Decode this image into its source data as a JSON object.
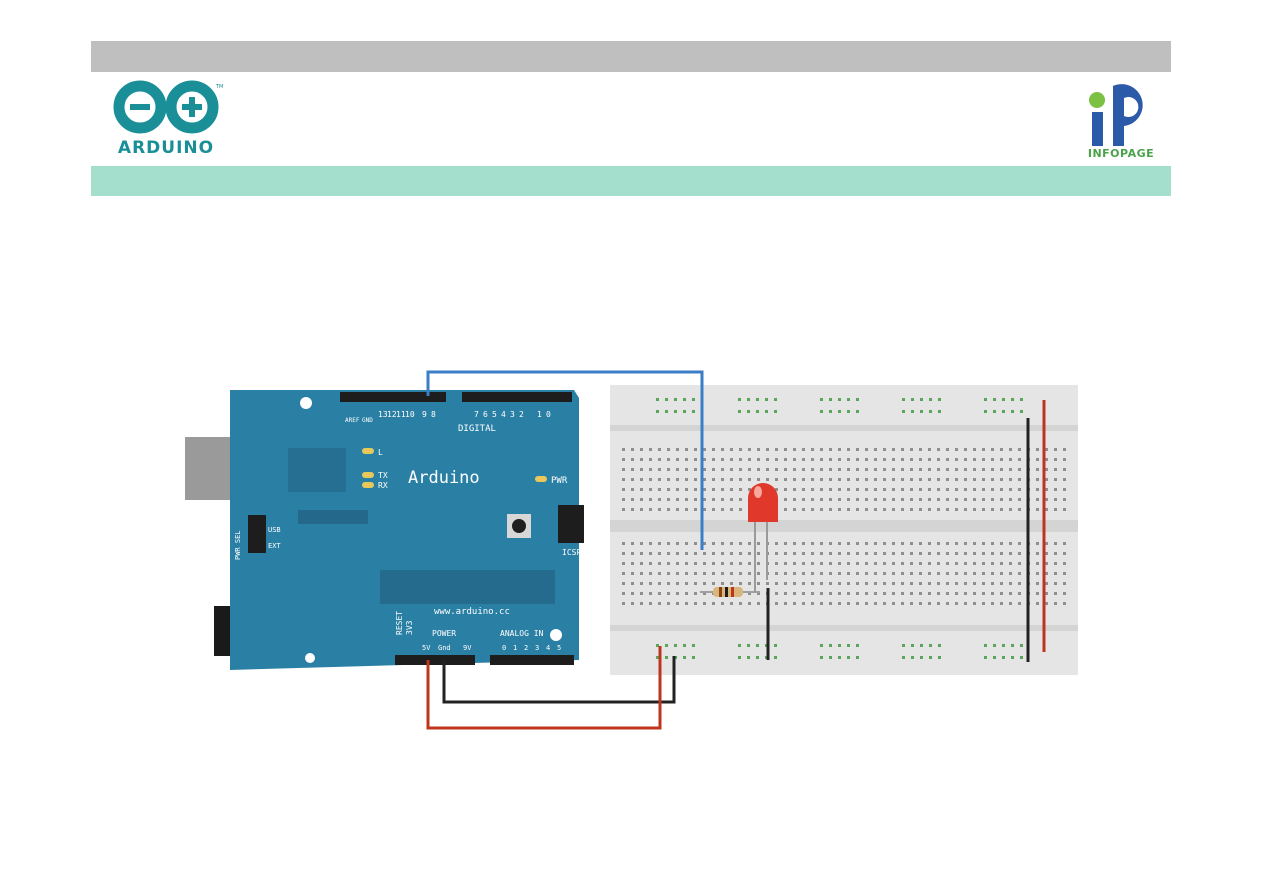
{
  "header": {
    "left_logo": {
      "name": "Arduino",
      "text": "ARDUINO",
      "color": "#1a8f97"
    },
    "right_logo": {
      "name": "Infopage",
      "text": "INFOPAGE",
      "color": "#2b5aa8"
    }
  },
  "board": {
    "name": "Arduino",
    "url": "www.arduino.cc",
    "labels": {
      "digital": "DIGITAL",
      "pwr": "PWR",
      "power": "POWER",
      "analog_in": "ANALOG IN",
      "icsp": "ICSP",
      "aref": "AREF",
      "gnd": "GND",
      "reset": "RESET",
      "v33": "3V3",
      "v5": "5V",
      "gnd_power": "Gnd",
      "vin": "9V",
      "tx": "TX",
      "rx": "RX",
      "l": "L",
      "usb": "USB",
      "ext": "EXT",
      "pwr_sel": "PWR SEL"
    },
    "digital_pins": [
      "13",
      "12",
      "11",
      "10",
      "9",
      "8",
      "7",
      "6",
      "5",
      "4",
      "3",
      "2",
      "1",
      "0"
    ],
    "analog_pins": [
      "0",
      "1",
      "2",
      "3",
      "4",
      "5"
    ]
  },
  "wires": {
    "signal": "#3a7ec7",
    "ground": "#222222",
    "power": "#c0341d"
  },
  "led_color": "#e0392b"
}
